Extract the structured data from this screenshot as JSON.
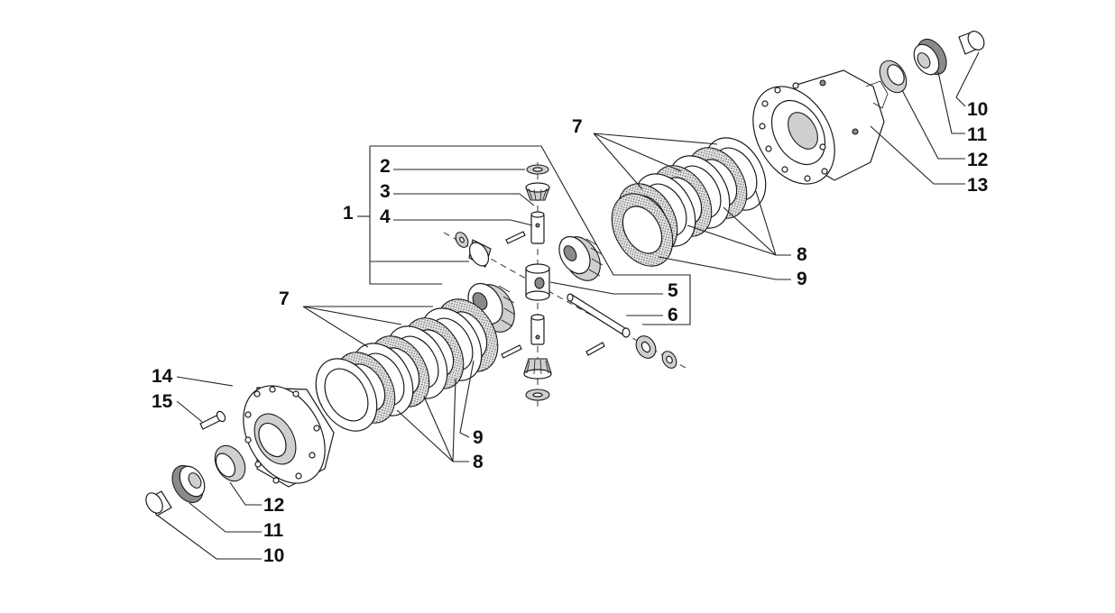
{
  "labels": {
    "l1": "1",
    "l2": "2",
    "l3": "3",
    "l4": "4",
    "l5": "5",
    "l6": "6",
    "l7_top": "7",
    "l7_left": "7",
    "l8_top": "8",
    "l8_bottom": "8",
    "l9_top": "9",
    "l9_bottom": "9",
    "l10_top": "10",
    "l10_bottom": "10",
    "l11_top": "11",
    "l11_bottom": "11",
    "l12_top": "12",
    "l12_bottom": "12",
    "l13": "13",
    "l14": "14",
    "l15": "15"
  }
}
